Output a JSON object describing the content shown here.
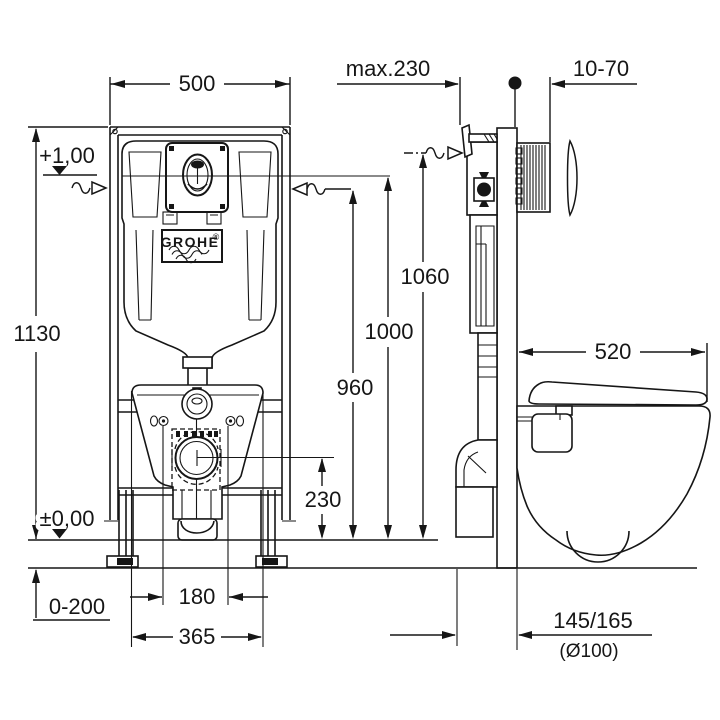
{
  "drawing": {
    "brand": {
      "name": "GROHE",
      "mark": "®"
    },
    "labels": {
      "width_500": "500",
      "height_1130": "1130",
      "level_plus100": "+1,00",
      "level_zero": "±0,00",
      "floor_range_0_200": "0-200",
      "bolt_spacing_180": "180",
      "pan_width_365": "365",
      "drain_height_230": "230",
      "height_960": "960",
      "height_1000": "1000",
      "height_1060": "1060",
      "max_depth_230": "max.230",
      "plate_range_10_70": "10-70",
      "pan_depth_520": "520",
      "outlet_offset_145_165": "145/165",
      "outlet_diameter_100": "(Ø100)"
    }
  }
}
